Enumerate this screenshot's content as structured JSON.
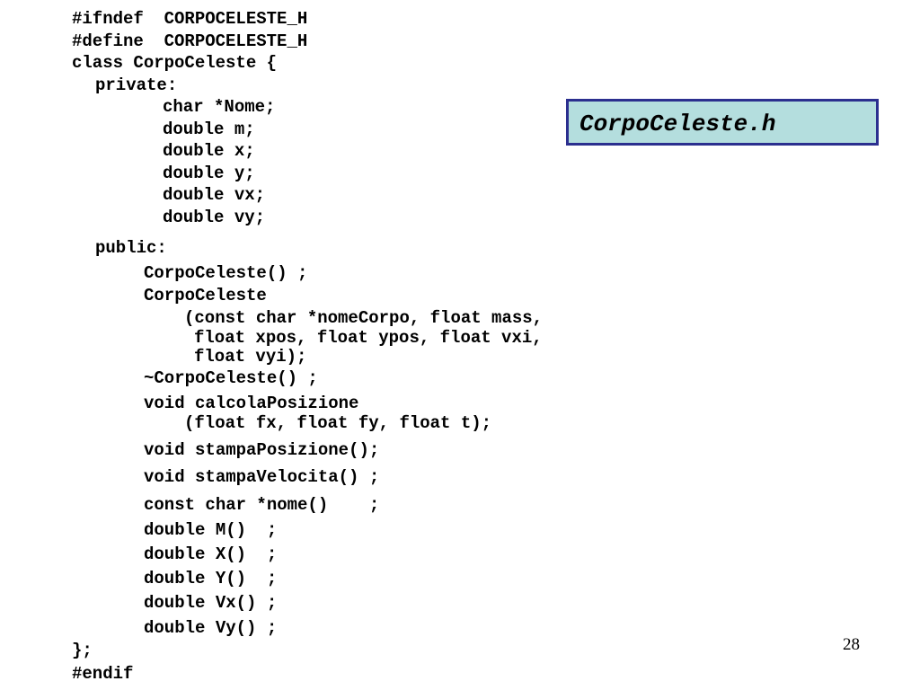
{
  "slide": {
    "file_label": "CorpoCeleste.h",
    "page_number": "28",
    "code_lines": [
      "#ifndef  CORPOCELESTE_H",
      "#define  CORPOCELESTE_H",
      "class CorpoCeleste {",
      "private:",
      "char *Nome;",
      "double m;",
      "double x;",
      "double y;",
      "double vx;",
      "double vy;",
      "public:",
      "CorpoCeleste() ;",
      "CorpoCeleste",
      "(const char *nomeCorpo, float mass,",
      "float xpos, float ypos, float vxi,",
      "float vyi);",
      "~CorpoCeleste() ;",
      "void calcolaPosizione",
      "(float fx, float fy, float t);",
      "void stampaPosizione();",
      "void stampaVelocita() ;",
      "const char *nome()    ;",
      "double M()  ;",
      "double X()  ;",
      "double Y()  ;",
      "double Vx() ;",
      "double Vy() ;",
      "};",
      "#endif"
    ]
  },
  "colors": {
    "file_box_fill": "#b4dede",
    "file_box_border": "#2b2f8f",
    "text": "#000000",
    "background": "#ffffff"
  }
}
